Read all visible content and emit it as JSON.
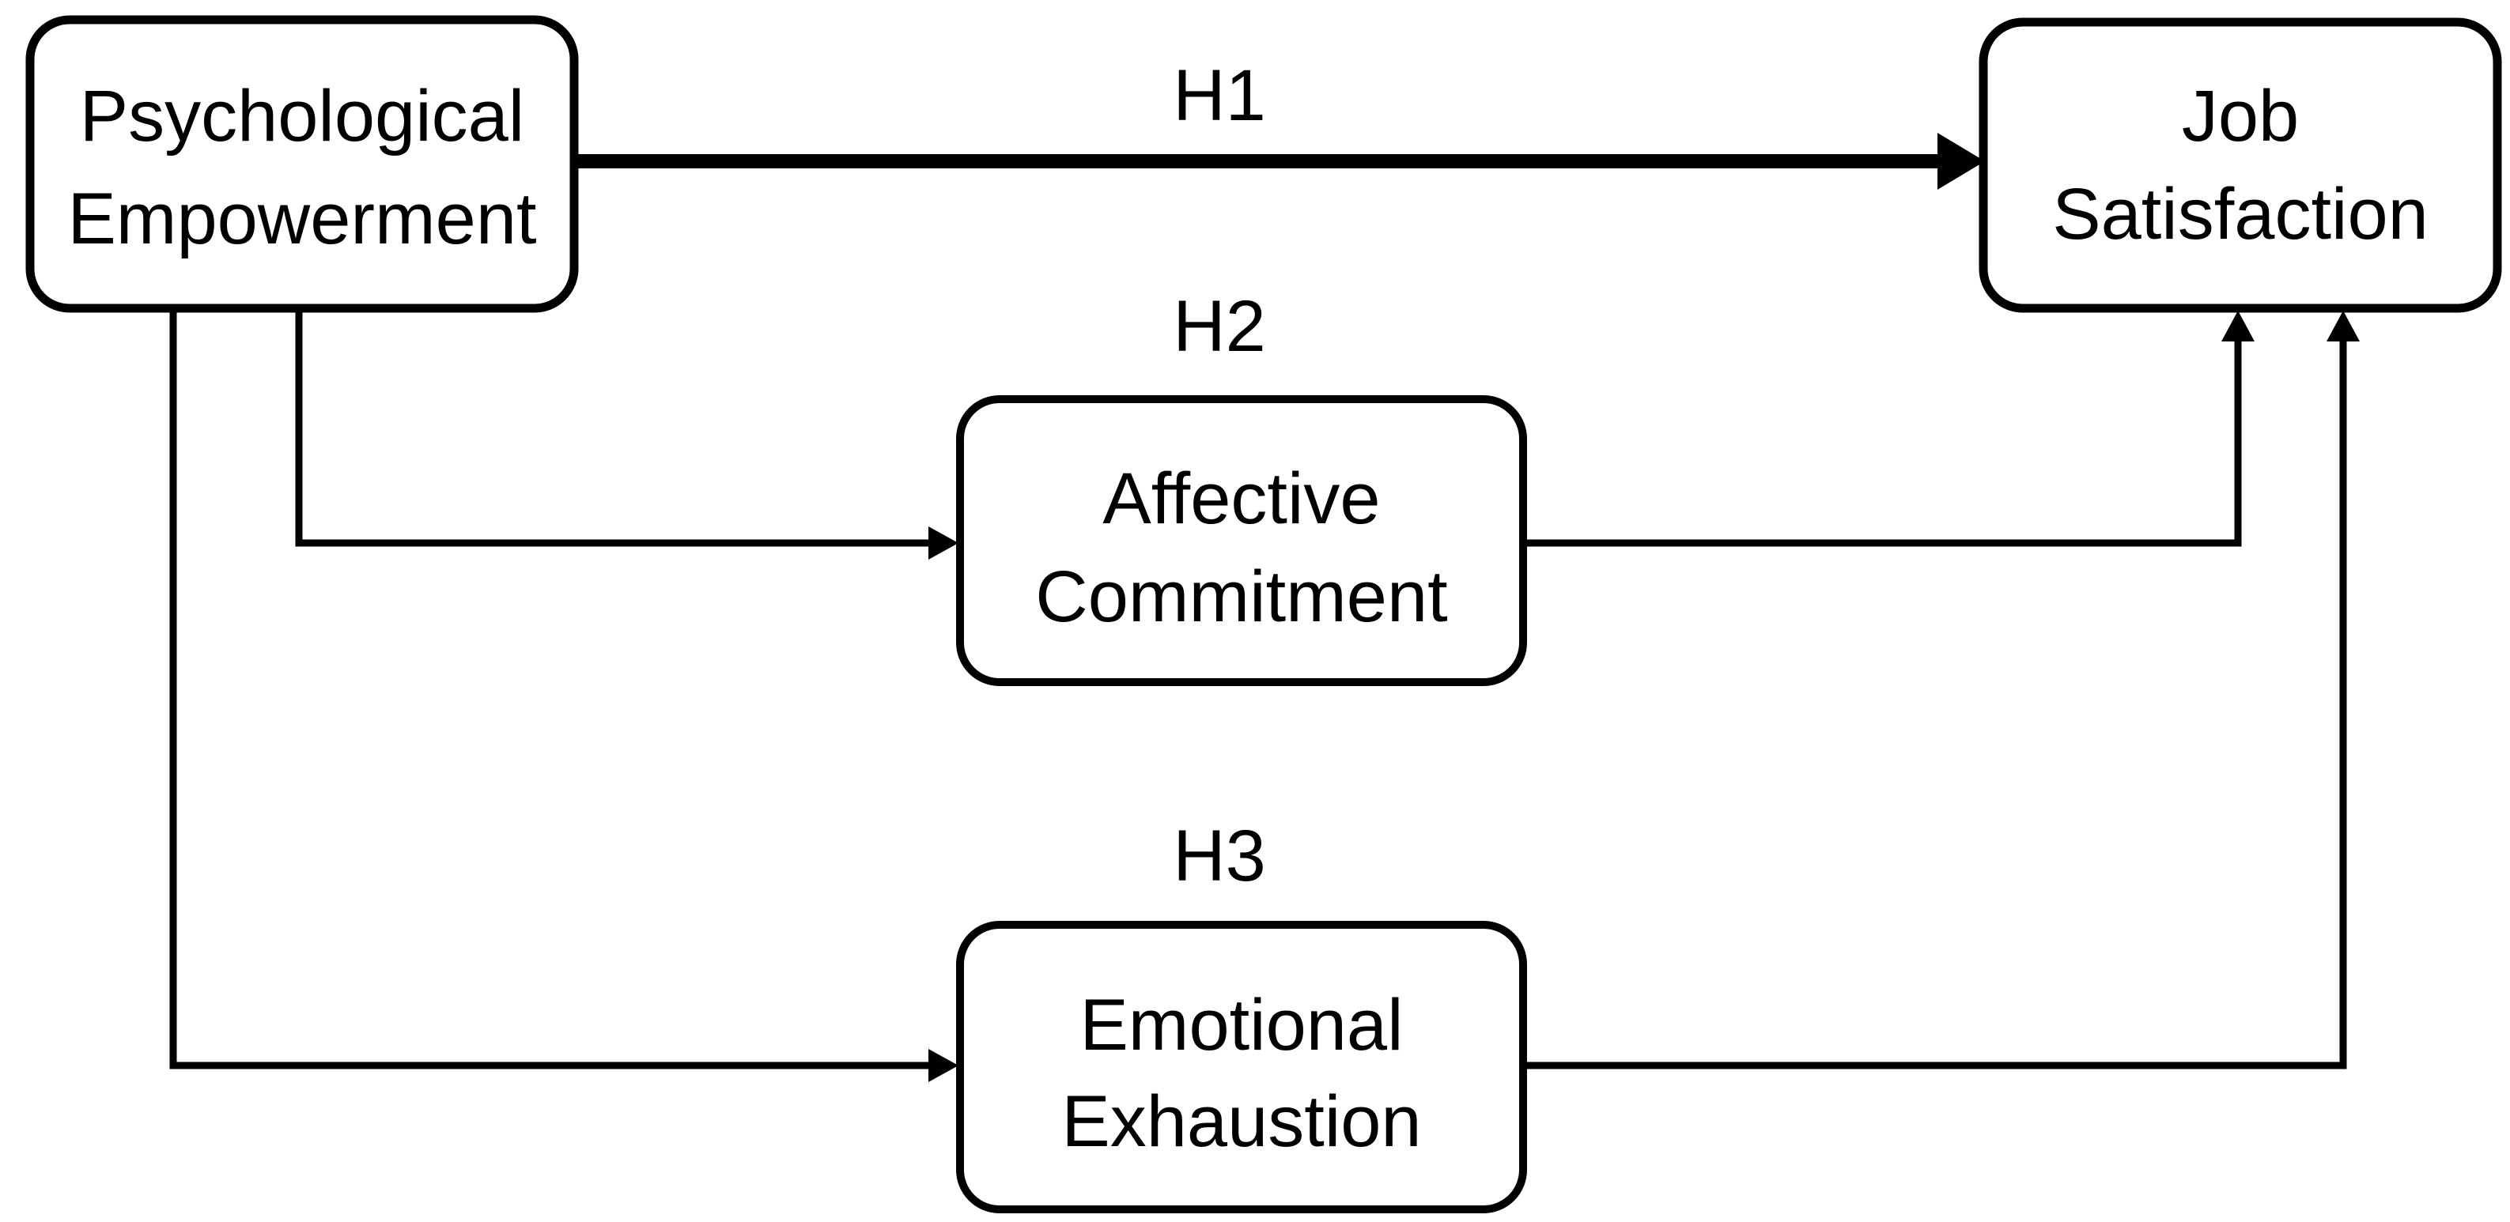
{
  "diagram": {
    "type": "hypothesis-path-model",
    "colors": {
      "ink": "#000000",
      "background": "#ffffff"
    },
    "nodes": {
      "pe": {
        "line1": "Psychological",
        "line2": "Empowerment"
      },
      "js": {
        "line1": "Job",
        "line2": "Satisfaction"
      },
      "ac": {
        "line1": "Affective",
        "line2": "Commitment"
      },
      "ee": {
        "line1": "Emotional",
        "line2": "Exhaustion"
      }
    },
    "labels": {
      "h1": "H1",
      "h2": "H2",
      "h3": "H3"
    },
    "edges": [
      {
        "from": "Psychological Empowerment",
        "to": "Job Satisfaction",
        "hypothesis": "H1",
        "style": "thick-direct"
      },
      {
        "from": "Psychological Empowerment",
        "to": "Affective Commitment",
        "hypothesis": "H2",
        "style": "thin"
      },
      {
        "from": "Affective Commitment",
        "to": "Job Satisfaction",
        "hypothesis": "H2",
        "style": "thin"
      },
      {
        "from": "Psychological Empowerment",
        "to": "Emotional Exhaustion",
        "hypothesis": "H3",
        "style": "thin"
      },
      {
        "from": "Emotional Exhaustion",
        "to": "Job Satisfaction",
        "hypothesis": "H3",
        "style": "thin"
      }
    ]
  }
}
